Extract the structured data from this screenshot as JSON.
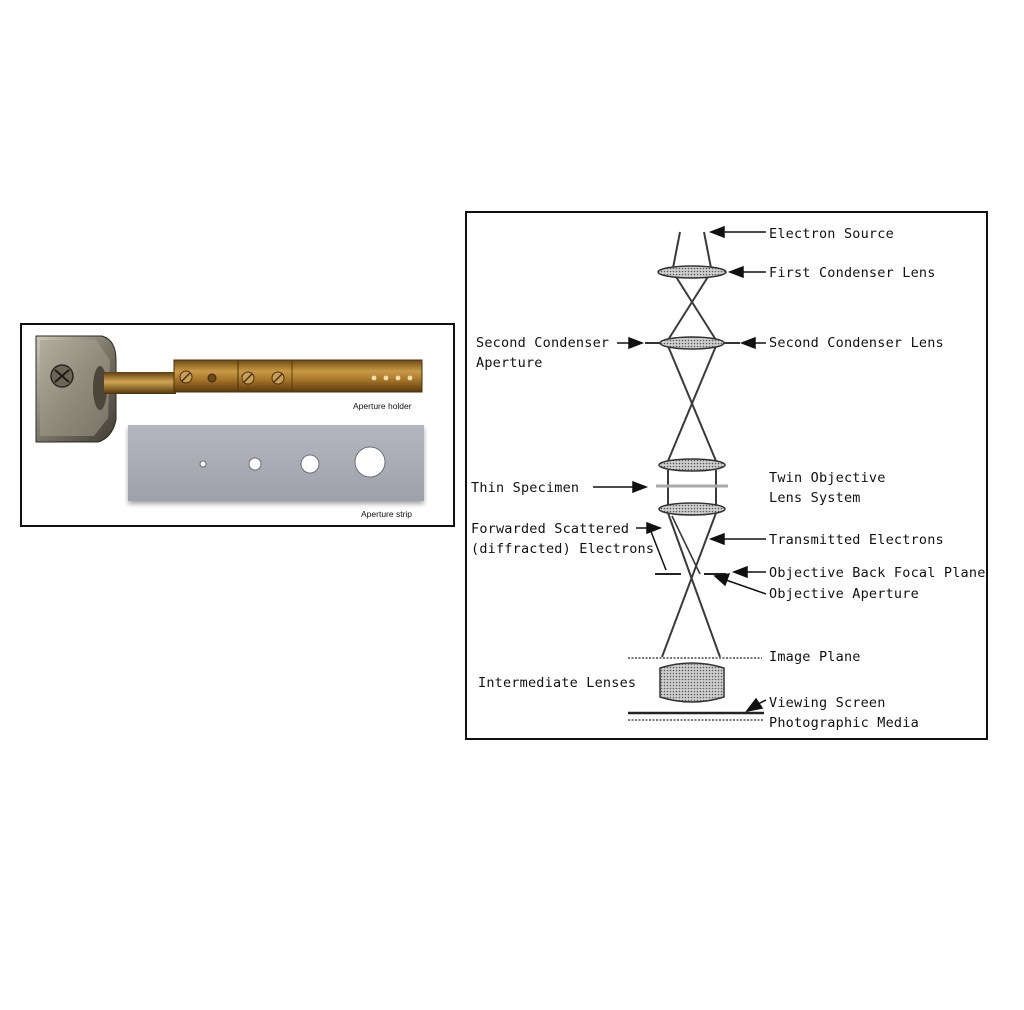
{
  "photo_panel": {
    "holder_caption": "Aperture holder",
    "strip_caption": "Aperture strip"
  },
  "diagram_panel": {
    "labels": {
      "electron_source": "Electron Source",
      "first_condenser_lens": "First Condenser Lens",
      "second_condenser_aperture_line1": "Second Condenser",
      "second_condenser_aperture_line2": "Aperture",
      "second_condenser_lens": "Second Condenser Lens",
      "twin_objective_line1": "Twin Objective",
      "twin_objective_line2": "Lens System",
      "thin_specimen": "Thin Specimen",
      "forwarded_scattered_line1": "Forwarded Scattered",
      "forwarded_scattered_line2": "(diffracted) Electrons",
      "transmitted_electrons": "Transmitted Electrons",
      "objective_back_focal_plane": "Objective Back Focal Plane",
      "objective_aperture": "Objective Aperture",
      "image_plane": "Image Plane",
      "intermediate_lenses": "Intermediate Lenses",
      "viewing_screen": "Viewing Screen",
      "photographic_media": "Photographic Media"
    }
  },
  "colors": {
    "brass": "#b8862f",
    "steel": "#8a8478",
    "strip": "#a9acb4",
    "lens_fill": "#9a9a9a",
    "ray": "#3a3a3a"
  }
}
